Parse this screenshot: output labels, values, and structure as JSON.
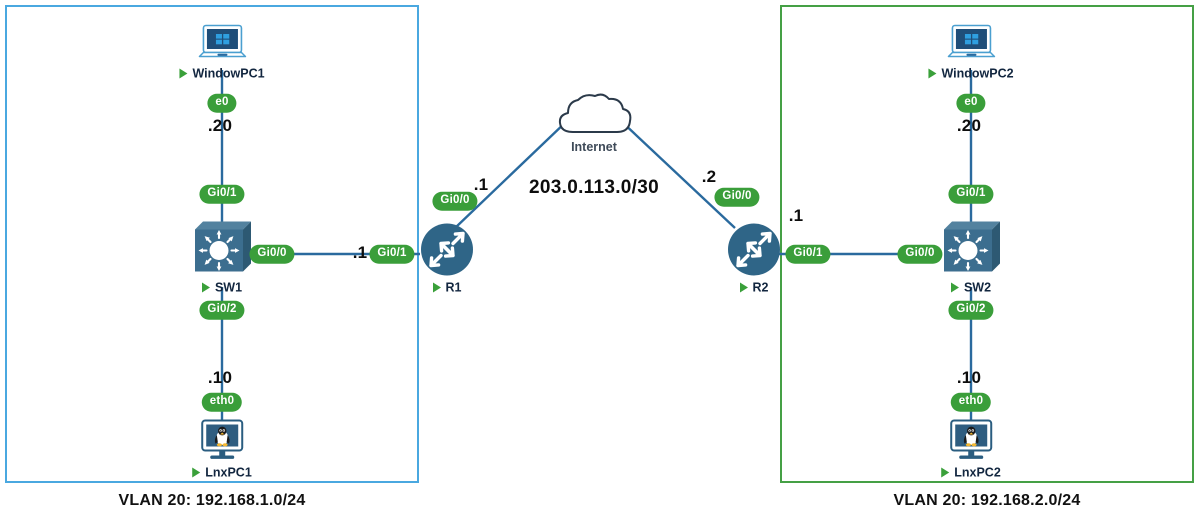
{
  "diagram": {
    "title": "Two-site VLAN 20 network topology connected over the Internet",
    "colors": {
      "vlan_left_border": "#4aa8e0",
      "vlan_right_border": "#45a045",
      "link": "#2a6a9e",
      "badge_green": "#3a9e3a",
      "router_fill": "#2f6587",
      "switch_fill": "#3c6e8f",
      "cloud_stroke": "#2b3a4a",
      "text_dark": "#0d0d0d"
    },
    "vlans": [
      {
        "id": "left",
        "caption": "VLAN 20: 192.168.1.0/24"
      },
      {
        "id": "right",
        "caption": "VLAN 20: 192.168.2.0/24"
      }
    ],
    "wan": {
      "subnet_label": "203.0.113.0/30",
      "cloud_label": "Internet"
    },
    "nodes": [
      {
        "key": "windowpc1",
        "label": "WindowPC1",
        "type": "windows-laptop"
      },
      {
        "key": "sw1",
        "label": "SW1",
        "type": "switch"
      },
      {
        "key": "lnxpc1",
        "label": "LnxPC1",
        "type": "linux-monitor"
      },
      {
        "key": "r1",
        "label": "R1",
        "type": "router"
      },
      {
        "key": "r2",
        "label": "R2",
        "type": "router"
      },
      {
        "key": "windowpc2",
        "label": "WindowPC2",
        "type": "windows-laptop"
      },
      {
        "key": "sw2",
        "label": "SW2",
        "type": "switch"
      },
      {
        "key": "lnxpc2",
        "label": "LnxPC2",
        "type": "linux-monitor"
      }
    ],
    "badges": {
      "windowpc1_e0": "e0",
      "sw1_gi01": "Gi0/1",
      "sw1_gi00": "Gi0/0",
      "sw1_gi02": "Gi0/2",
      "lnxpc1_eth0": "eth0",
      "r1_gi01": "Gi0/1",
      "r1_gi00": "Gi0/0",
      "r2_gi00": "Gi0/0",
      "r2_gi01": "Gi0/1",
      "sw2_gi00": "Gi0/0",
      "sw2_gi01": "Gi0/1",
      "sw2_gi02": "Gi0/2",
      "windowpc2_e0": "e0",
      "lnxpc2_eth0": "eth0"
    },
    "ip_labels": {
      "windowpc1_ip": ".20",
      "lnxpc1_ip": ".10",
      "r1_lan_ip": ".1",
      "r1_wan_ip": ".1",
      "r2_wan_ip": ".2",
      "r2_lan_ip": ".1",
      "windowpc2_ip": ".20",
      "lnxpc2_ip": ".10"
    }
  }
}
